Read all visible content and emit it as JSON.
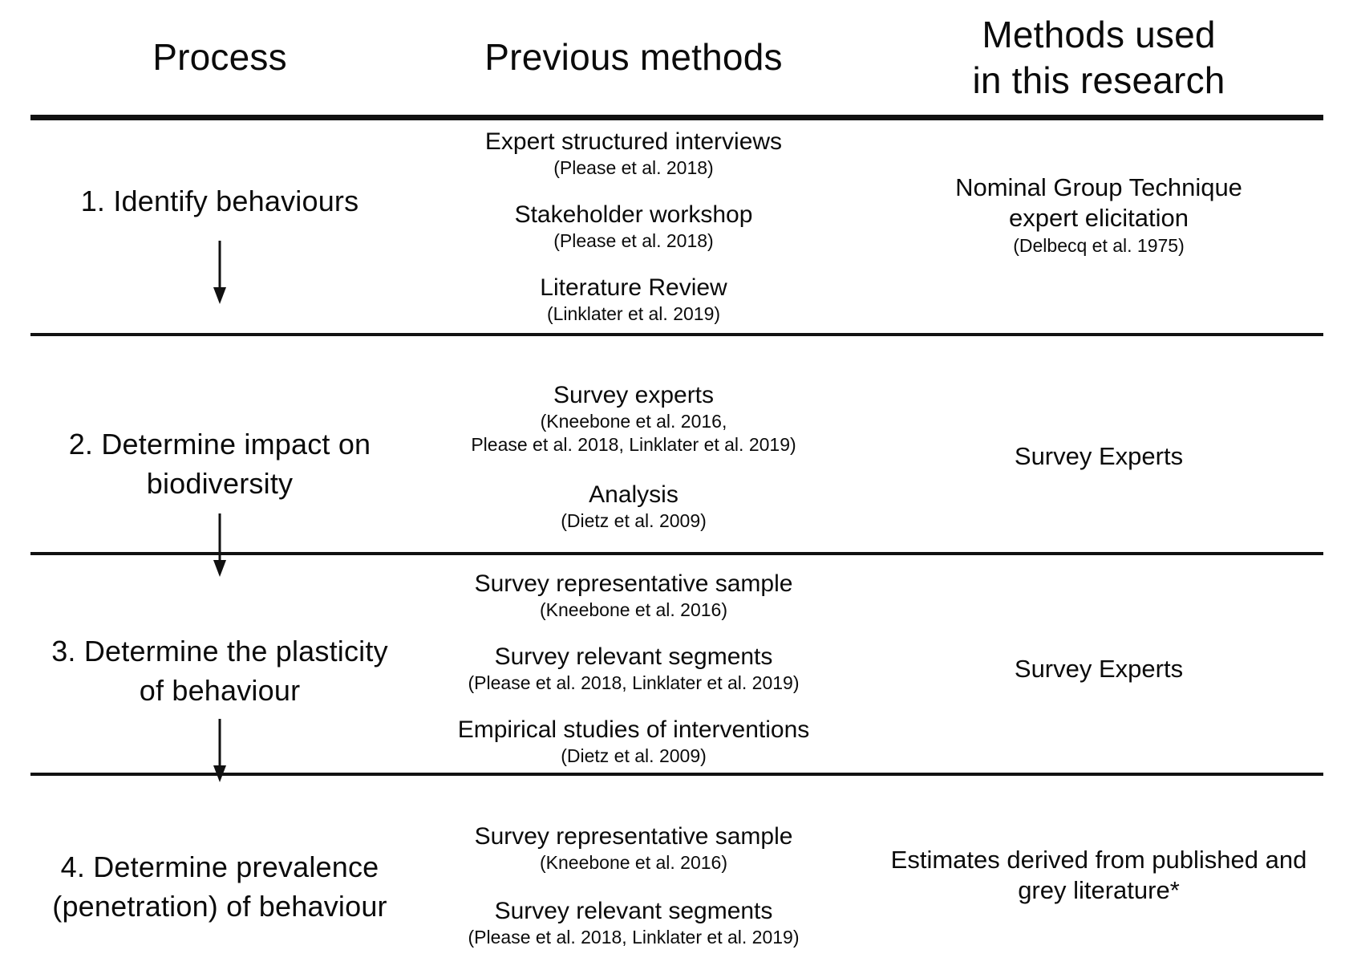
{
  "colors": {
    "background": "#ffffff",
    "text": "#0b0b0b",
    "line": "#111111"
  },
  "header": {
    "col1": "Process",
    "col2": "Previous methods",
    "col3": "Methods used\nin this research"
  },
  "icons": {
    "down_arrow": "down-arrow-icon"
  },
  "rows": [
    {
      "process": "1. Identify behaviours",
      "arrow": true,
      "previous_methods": [
        {
          "method": "Expert structured interviews",
          "citation": "(Please et al. 2018)"
        },
        {
          "method": "Stakeholder workshop",
          "citation": "(Please et al. 2018)"
        },
        {
          "method": "Literature Review",
          "citation": "(Linklater et al. 2019)"
        }
      ],
      "research_methods": [
        {
          "method": "Nominal Group Technique\nexpert elicitation",
          "citation": "(Delbecq et al. 1975)"
        }
      ]
    },
    {
      "process": "2. Determine impact on\nbiodiversity",
      "arrow": true,
      "previous_methods": [
        {
          "method": "Survey experts",
          "citation": "(Kneebone et al. 2016,\nPlease et al. 2018, Linklater et al. 2019)"
        },
        {
          "method": "Analysis",
          "citation": "(Dietz et al. 2009)"
        }
      ],
      "research_methods": [
        {
          "method": "Survey Experts",
          "citation": ""
        }
      ]
    },
    {
      "process": "3. Determine the plasticity\nof behaviour",
      "arrow": true,
      "previous_methods": [
        {
          "method": "Survey representative sample",
          "citation": "(Kneebone et al. 2016)"
        },
        {
          "method": "Survey relevant segments",
          "citation": "(Please et al. 2018, Linklater et al. 2019)"
        },
        {
          "method": "Empirical studies of interventions",
          "citation": "(Dietz et al. 2009)"
        }
      ],
      "research_methods": [
        {
          "method": "Survey Experts",
          "citation": ""
        }
      ]
    },
    {
      "process": "4. Determine prevalence\n(penetration) of behaviour",
      "arrow": false,
      "previous_methods": [
        {
          "method": "Survey representative sample",
          "citation": "(Kneebone et al. 2016)"
        },
        {
          "method": "Survey relevant segments",
          "citation": "(Please et al. 2018, Linklater et al. 2019)"
        }
      ],
      "research_methods": [
        {
          "method": "Estimates derived from published and\ngrey literature*",
          "citation": ""
        }
      ]
    }
  ]
}
